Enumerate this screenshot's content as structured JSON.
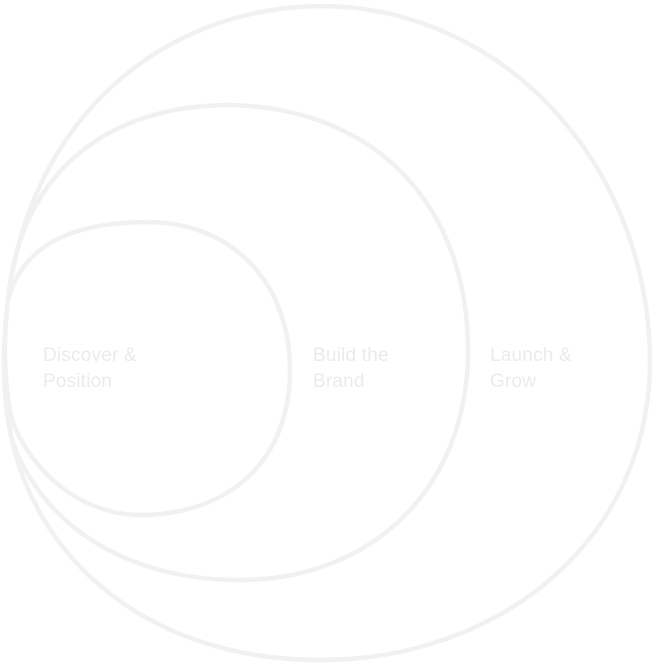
{
  "diagram": {
    "stages": [
      {
        "line1": "Discover &",
        "line2": "Position"
      },
      {
        "line1": "Build the",
        "line2": "Brand"
      },
      {
        "line1": "Launch &",
        "line2": "Grow"
      }
    ]
  },
  "colors": {
    "ring_stroke": "#f1f1f1",
    "label_text": "#ebebeb",
    "background": "#ffffff"
  }
}
